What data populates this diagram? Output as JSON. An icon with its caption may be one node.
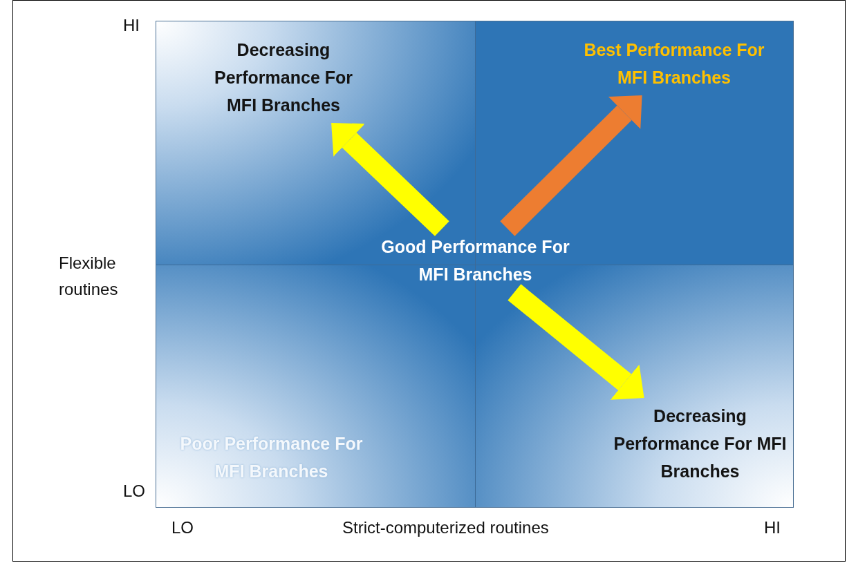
{
  "diagram": {
    "nodes": [
      {
        "text": [
          "Decreasing Performance For MFI Branches"
        ]
      },
      {
        "text": [
          "Best Performance For MFI Branches"
        ]
      },
      {
        "text": [
          "Good Performance For MFI Branches"
        ]
      },
      {
        "text": [
          "Decreasing Performance For MFI Branches"
        ]
      },
      {
        "text": [
          "Poor Performance For MFI Branches"
        ]
      }
    ],
    "edges": [
      {
        "from": 2,
        "to": 0,
        "arrow": "to"
      },
      {
        "from": 2,
        "to": 1,
        "arrow": "to",
        "color": "#ed7d31"
      },
      {
        "from": 2,
        "to": 3,
        "arrow": "to"
      }
    ],
    "labels": [
      "HI",
      "Flexible routines",
      "LO",
      "LO",
      "Strict-computerized routines",
      "HI"
    ]
  }
}
